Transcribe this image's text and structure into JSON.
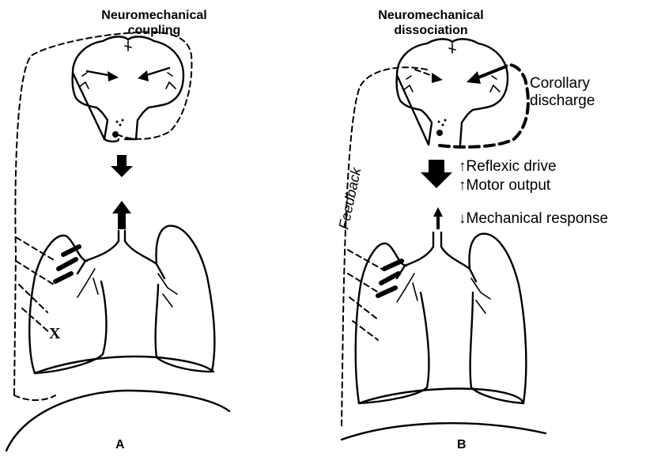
{
  "panels": {
    "a": {
      "title_line1": "Neuromechanical",
      "title_line2": "coupling",
      "letter": "A",
      "x_mark": "X"
    },
    "b": {
      "title_line1": "Neuromechanical",
      "title_line2": "dissociation",
      "letter": "B",
      "corollary_line1": "Corollary",
      "corollary_line2": "discharge",
      "reflexic_drive": "↑Reflexic drive",
      "motor_output": "↑Motor output",
      "mechanical_response": "↓Mechanical response",
      "feedback": "Feedback"
    }
  }
}
